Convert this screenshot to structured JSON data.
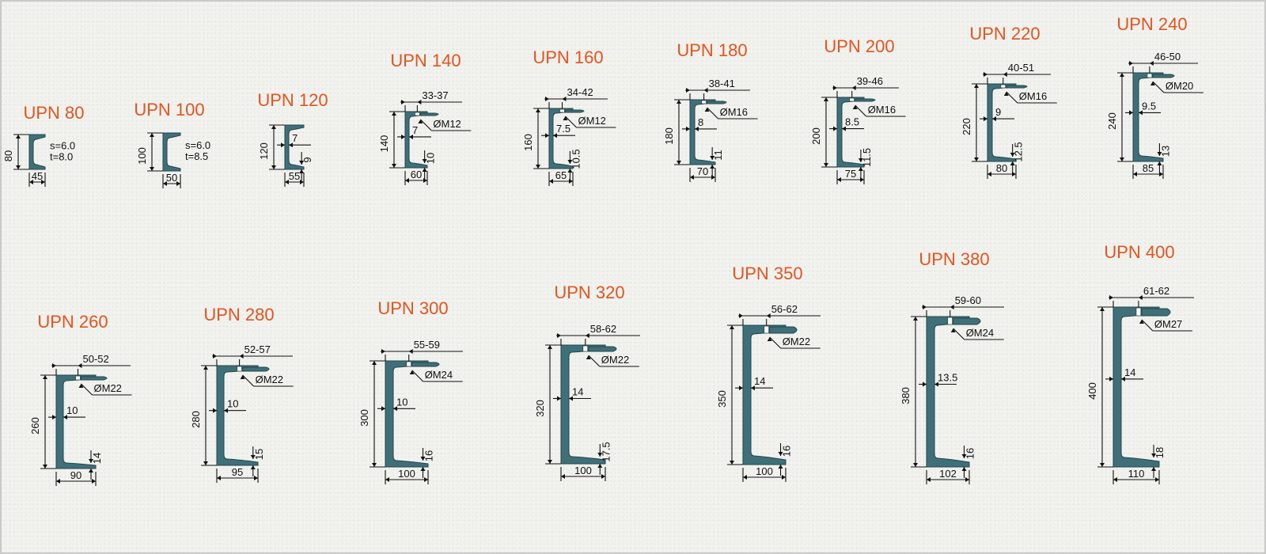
{
  "profiles": [
    {
      "name": "UPN 80",
      "h": "80",
      "b": "45",
      "s": "s=6.0",
      "t": "t=8.0"
    },
    {
      "name": "UPN 100",
      "h": "100",
      "b": "50",
      "s": "s=6.0",
      "t": "t=8.5"
    },
    {
      "name": "UPN 120",
      "h": "120",
      "b": "55",
      "web": "7",
      "flange": "9"
    },
    {
      "name": "UPN 140",
      "h": "140",
      "b": "60",
      "web": "7",
      "flange": "10",
      "gauge": "33-37",
      "bolt": "ØM12"
    },
    {
      "name": "UPN 160",
      "h": "160",
      "b": "65",
      "web": "7.5",
      "flange": "10.5",
      "gauge": "34-42",
      "bolt": "ØM12"
    },
    {
      "name": "UPN 180",
      "h": "180",
      "b": "70",
      "web": "8",
      "flange": "11",
      "gauge": "38-41",
      "bolt": "ØM16"
    },
    {
      "name": "UPN 200",
      "h": "200",
      "b": "75",
      "web": "8.5",
      "flange": "11.5",
      "gauge": "39-46",
      "bolt": "ØM16"
    },
    {
      "name": "UPN 220",
      "h": "220",
      "b": "80",
      "web": "9",
      "flange": "12.5",
      "gauge": "40-51",
      "bolt": "ØM16"
    },
    {
      "name": "UPN 240",
      "h": "240",
      "b": "85",
      "web": "9.5",
      "flange": "13",
      "gauge": "46-50",
      "bolt": "ØM20"
    },
    {
      "name": "UPN 260",
      "h": "260",
      "b": "90",
      "web": "10",
      "flange": "14",
      "gauge": "50-52",
      "bolt": "ØM22"
    },
    {
      "name": "UPN 280",
      "h": "280",
      "b": "95",
      "web": "10",
      "flange": "15",
      "gauge": "52-57",
      "bolt": "ØM22"
    },
    {
      "name": "UPN 300",
      "h": "300",
      "b": "100",
      "web": "10",
      "flange": "16",
      "gauge": "55-59",
      "bolt": "ØM24"
    },
    {
      "name": "UPN 320",
      "h": "320",
      "b": "100",
      "web": "14",
      "flange": "17.5",
      "gauge": "58-62",
      "bolt": "ØM22"
    },
    {
      "name": "UPN 350",
      "h": "350",
      "b": "100",
      "web": "14",
      "flange": "16",
      "gauge": "56-62",
      "bolt": "ØM22"
    },
    {
      "name": "UPN 380",
      "h": "380",
      "b": "102",
      "web": "13.5",
      "flange": "16",
      "gauge": "59-60",
      "bolt": "ØM24"
    },
    {
      "name": "UPN 400",
      "h": "400",
      "b": "110",
      "web": "14",
      "flange": "18",
      "gauge": "61-62",
      "bolt": "ØM27"
    }
  ],
  "colors": {
    "title": "#e4541e",
    "steel": "#3f6f78",
    "line": "#111111"
  }
}
